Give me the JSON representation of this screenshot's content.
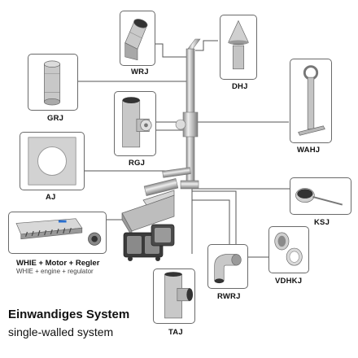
{
  "system": {
    "title": "Einwandiges System",
    "subtitle": "single-walled system"
  },
  "parts": {
    "wrj": "WRJ",
    "dhj": "DHJ",
    "grj": "GRJ",
    "rgj": "RGJ",
    "wahj": "WAHJ",
    "aj": "AJ",
    "ksj": "KSJ",
    "whie_label": "WHIE + Motor + Regler",
    "whie_sub": "WHIE + engine + regulator",
    "vdhkj": "VDHKJ",
    "rwrj": "RWRJ",
    "taj": "TAJ"
  },
  "icons": {
    "wrj": "pipe-elbow-icon",
    "dhj": "rain-cap-icon",
    "grj": "straight-pipe-icon",
    "rgj": "t-piece-inspection-icon",
    "wahj": "wall-bracket-icon",
    "aj": "square-plate-icon",
    "ksj": "damper-icon",
    "whie": "extractor-hood-icon",
    "vdhkj": "connector-rings-icon",
    "rwrj": "adjustable-elbow-icon",
    "taj": "t-piece-icon"
  },
  "colors": {
    "frame": "#6a6a6a",
    "line": "#555555",
    "metal": "#c8c8c8"
  }
}
